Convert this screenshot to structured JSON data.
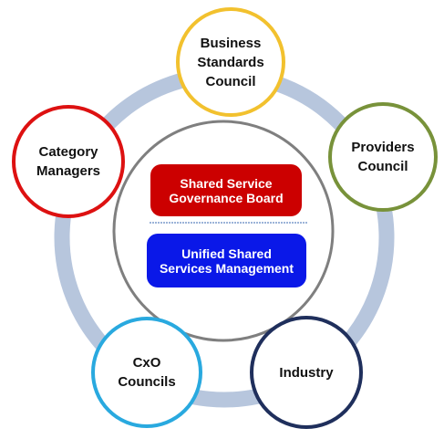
{
  "diagram": {
    "center": {
      "top_box": {
        "text": "Shared Service\nGovernance Board",
        "color": "#cc0000"
      },
      "bottom_box": {
        "text": "Unified Shared\nServices Management",
        "color": "#0a18e8"
      }
    },
    "ring_color": "#b7c6dd",
    "center_border_color": "#7f7f7f",
    "nodes": [
      {
        "id": "business-standards-council",
        "text": "Business\nStandards\nCouncil",
        "border_color": "#f2c12e"
      },
      {
        "id": "providers-council",
        "text": "Providers\nCouncil",
        "border_color": "#78923a"
      },
      {
        "id": "industry",
        "text": "Industry",
        "border_color": "#1f2f5c"
      },
      {
        "id": "cxo-councils",
        "text": "CxO\nCouncils",
        "border_color": "#29a9df"
      },
      {
        "id": "category-managers",
        "text": "Category\nManagers",
        "border_color": "#dd1111"
      }
    ]
  }
}
